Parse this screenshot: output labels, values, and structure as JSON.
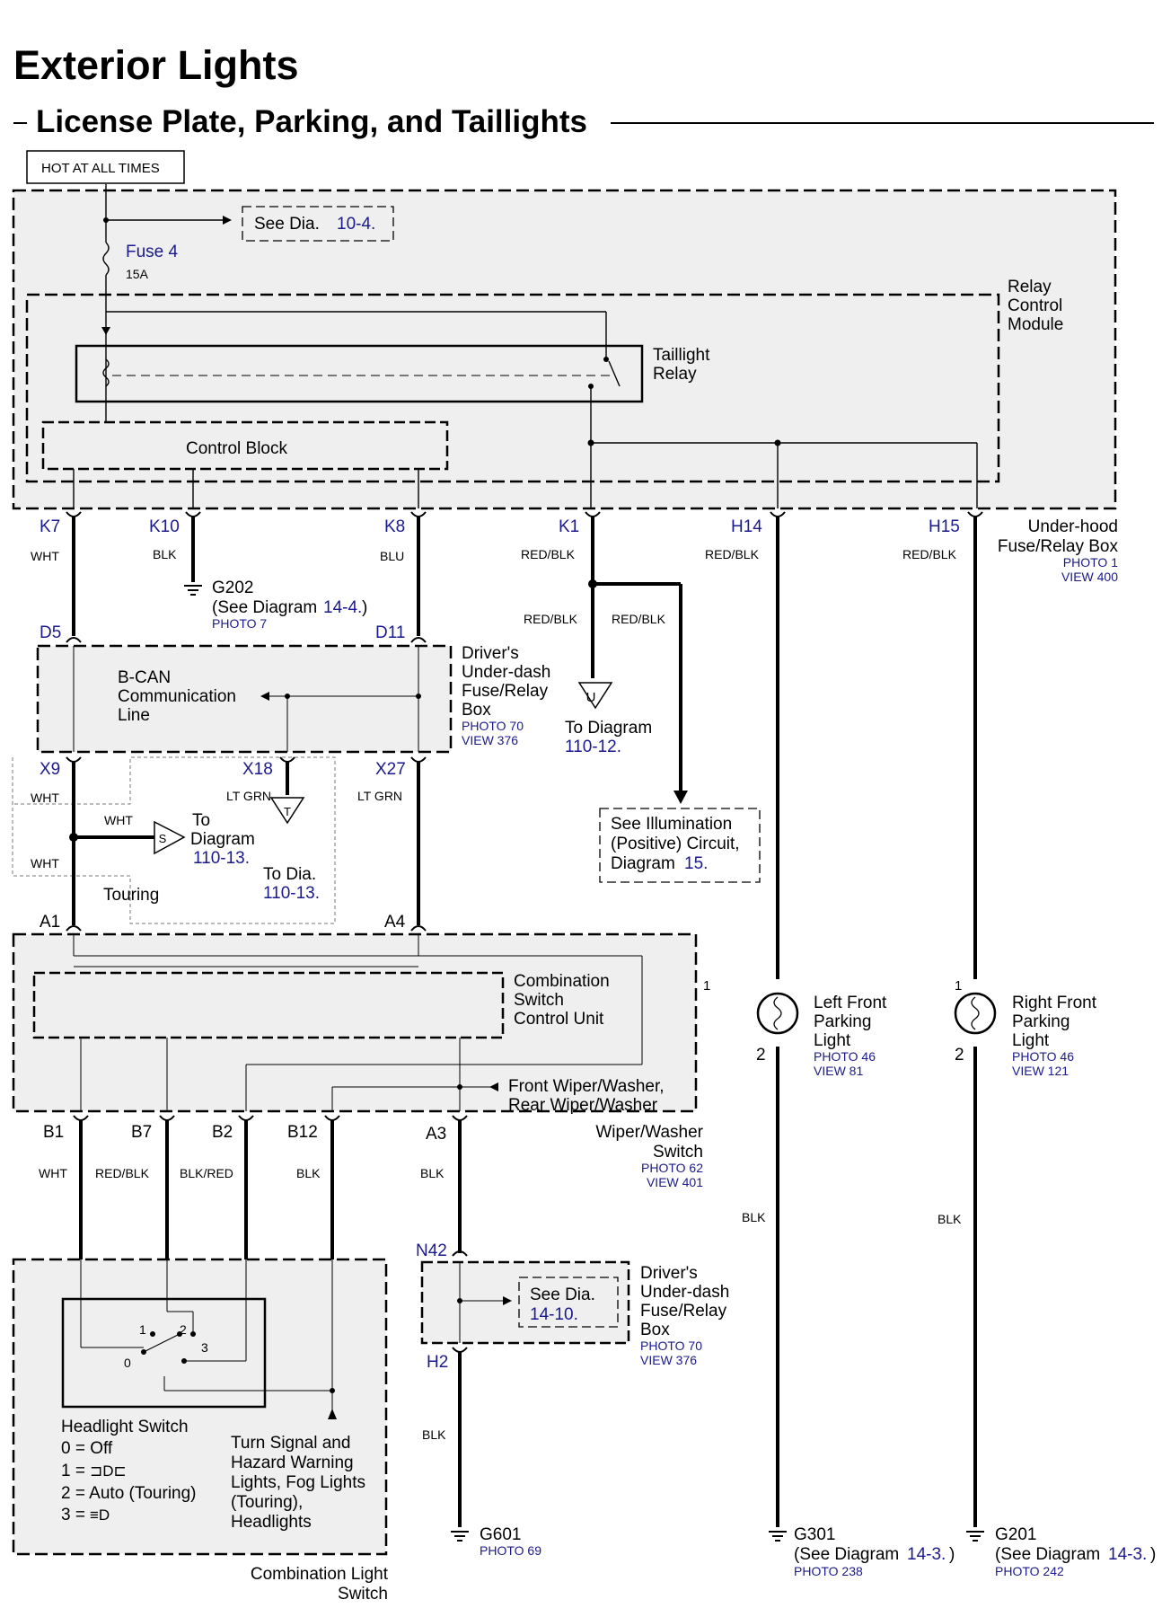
{
  "title": "Exterior Lights",
  "subtitle": "License Plate, Parking, and Taillights",
  "hot_label": "HOT AT ALL TIMES",
  "see_dia": {
    "text": "See  Dia.",
    "ref": "10-4."
  },
  "fuse": {
    "name": "Fuse 4",
    "rating": "15A"
  },
  "relay_control_module": [
    "Relay",
    "Control",
    "Module"
  ],
  "taillight_relay": [
    "Taillight",
    "Relay"
  ],
  "control_block": "Control Block",
  "underhood_box": {
    "lines": [
      "Under-hood",
      "Fuse/Relay Box"
    ],
    "photo": "PHOTO 1",
    "view": "VIEW 400"
  },
  "pins_top": {
    "k7": "K7",
    "k10": "K10",
    "k8": "K8",
    "k1": "K1",
    "h14": "H14",
    "h15": "H15"
  },
  "wires_top": {
    "k7": "WHT",
    "k10": "BLK",
    "k8": "BLU",
    "k1": "RED/BLK",
    "h14": "RED/BLK",
    "h15": "RED/BLK",
    "k1a": "RED/BLK",
    "k1b": "RED/BLK"
  },
  "g202": {
    "name": "G202",
    "see": "(See Diagram",
    "ref": "14-4.",
    "close": ")",
    "photo": "PHOTO 7"
  },
  "to_diagram_u": {
    "sym": "U",
    "text": "To Diagram",
    "ref": "110-12."
  },
  "see_illum": {
    "l1": "See Illumination",
    "l2": "(Positive) Circuit,",
    "l3": "Diagram",
    "ref": "15."
  },
  "driver_box1": {
    "lines": [
      "Driver's",
      "Under-dash",
      "Fuse/Relay",
      "Box"
    ],
    "photo": "PHOTO 70",
    "view": "VIEW 376"
  },
  "pins_d": {
    "d5": "D5",
    "d11": "D11"
  },
  "bcan": [
    "B-CAN",
    "Communication",
    "Line"
  ],
  "pins_x": {
    "x9": "X9",
    "x18": "X18",
    "x27": "X27"
  },
  "wires_x": {
    "x9": "WHT",
    "x18": "LT GRN",
    "x27": "LT GRN",
    "splice_a": "WHT",
    "splice_b": "WHT"
  },
  "to_s": {
    "sym": "S",
    "l1": "To",
    "l2": "Diagram",
    "ref": "110-13."
  },
  "to_t": {
    "sym": "T",
    "l1": "To  Dia.",
    "ref": "110-13."
  },
  "touring": "Touring",
  "pins_a": {
    "a1": "A1",
    "a4": "A4",
    "a3": "A3"
  },
  "combo_unit": [
    "Combination",
    "Switch",
    "Control Unit"
  ],
  "wiper_text": [
    "Front Wiper/Washer,",
    "Rear Wiper/Washer"
  ],
  "wiper_switch": {
    "lines": [
      "Wiper/Washer",
      "Switch"
    ],
    "photo": "PHOTO 62",
    "view": "VIEW 401"
  },
  "pins_b": {
    "b1": "B1",
    "b7": "B7",
    "b2": "B2",
    "b12": "B12"
  },
  "wires_b": {
    "b1": "WHT",
    "b7": "RED/BLK",
    "b2": "BLK/RED",
    "b12": "BLK",
    "a3": "BLK"
  },
  "left_parking": {
    "lines": [
      "Left Front",
      "Parking",
      "Light"
    ],
    "photo": "PHOTO 46",
    "view": "VIEW 81",
    "p1": "1",
    "p2": "2"
  },
  "right_parking": {
    "lines": [
      "Right Front",
      "Parking",
      "Light"
    ],
    "photo": "PHOTO 46",
    "view": "VIEW 121",
    "p1": "1",
    "p2": "2"
  },
  "wires_lower": {
    "left": "BLK",
    "right": "BLK",
    "h2": "BLK"
  },
  "pins_n": {
    "n42": "N42",
    "h2": "H2"
  },
  "see_dia2": {
    "text": "See  Dia.",
    "ref": "14-10."
  },
  "driver_box2": {
    "lines": [
      "Driver's",
      "Under-dash",
      "Fuse/Relay",
      "Box"
    ],
    "photo": "PHOTO 70",
    "view": "VIEW 376"
  },
  "headlight": {
    "title": "Headlight Switch",
    "s0": "0 = Off",
    "s1": "1 = ",
    "s2": "2 = Auto (Touring)",
    "s3": "3 = ",
    "n0": "0",
    "n1": "1",
    "n2": "2",
    "n3": "3"
  },
  "turn_signal": [
    "Turn Signal and",
    "Hazard Warning",
    "Lights, Fog Lights",
    "(Touring),",
    "Headlights"
  ],
  "combo_light": [
    "Combination Light",
    "Switch"
  ],
  "g601": {
    "name": "G601",
    "photo": "PHOTO 69"
  },
  "g301": {
    "name": "G301",
    "see": "(See Diagram",
    "ref": "14-3.",
    "close": ")",
    "photo": "PHOTO 238"
  },
  "g201": {
    "name": "G201",
    "see": "(See Diagram",
    "ref": "14-3.",
    "close": ")",
    "photo": "PHOTO 242"
  }
}
